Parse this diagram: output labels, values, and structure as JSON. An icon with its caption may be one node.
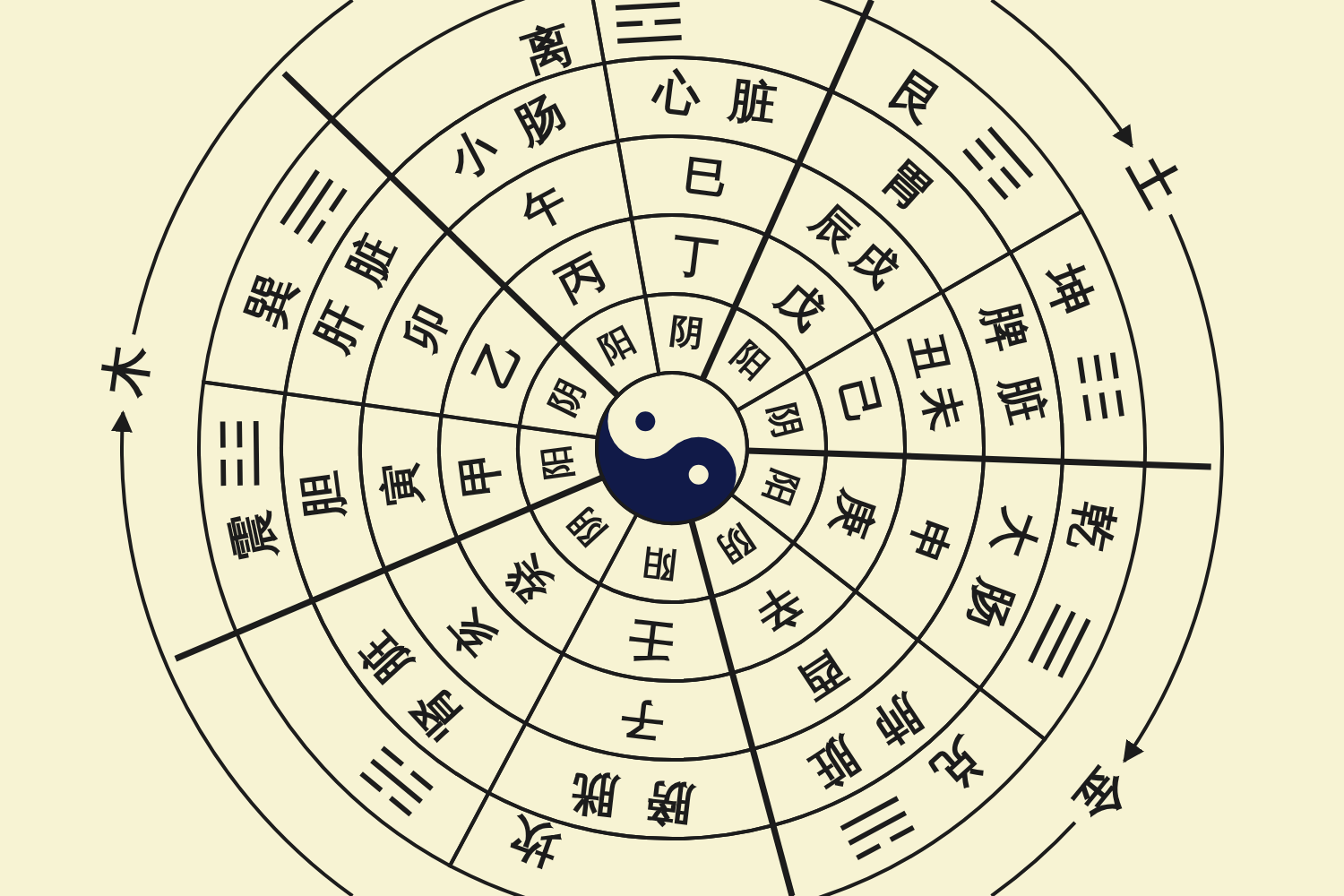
{
  "diagram": {
    "nodes": [
      {
        "text": [
          "阴"
        ]
      },
      {
        "text": [
          "阳"
        ]
      },
      {
        "text": [
          "阴"
        ]
      },
      {
        "text": [
          "阳"
        ]
      },
      {
        "text": [
          "阴"
        ]
      },
      {
        "text": [
          "阳"
        ]
      },
      {
        "text": [
          "阴"
        ]
      },
      {
        "text": [
          "阳"
        ]
      },
      {
        "text": [
          "阴"
        ]
      },
      {
        "text": [
          "阳"
        ]
      },
      {
        "text": [
          "丁"
        ]
      },
      {
        "text": [
          "戊"
        ]
      },
      {
        "text": [
          "己"
        ]
      },
      {
        "text": [
          "庚"
        ]
      },
      {
        "text": [
          "辛"
        ]
      },
      {
        "text": [
          "壬"
        ]
      },
      {
        "text": [
          "癸"
        ]
      },
      {
        "text": [
          "甲"
        ]
      },
      {
        "text": [
          "乙"
        ]
      },
      {
        "text": [
          "丙"
        ]
      },
      {
        "text": [
          "巳"
        ]
      },
      {
        "text": [
          "辰戌"
        ]
      },
      {
        "text": [
          "丑未"
        ]
      },
      {
        "text": [
          "申"
        ]
      },
      {
        "text": [
          "酉"
        ]
      },
      {
        "text": [
          "子"
        ]
      },
      {
        "text": [
          "亥"
        ]
      },
      {
        "text": [
          "寅"
        ]
      },
      {
        "text": [
          "卯"
        ]
      },
      {
        "text": [
          "午"
        ]
      },
      {
        "text": [
          "心脏"
        ]
      },
      {
        "text": [
          "胃"
        ]
      },
      {
        "text": [
          "脾脏"
        ]
      },
      {
        "text": [
          "大肠"
        ]
      },
      {
        "text": [
          "肺脏"
        ]
      },
      {
        "text": [
          "膀胱"
        ]
      },
      {
        "text": [
          "肾脏"
        ]
      },
      {
        "text": [
          "胆"
        ]
      },
      {
        "text": [
          "肝脏"
        ]
      },
      {
        "text": [
          "小肠"
        ]
      },
      {
        "text": [
          "☲"
        ]
      },
      {
        "text": [
          "艮",
          "☶"
        ]
      },
      {
        "text": [
          "坤",
          "☷"
        ]
      },
      {
        "text": [
          "乾",
          "☰"
        ]
      },
      {
        "text": [
          "兑",
          "☱"
        ]
      },
      {
        "text": [
          "坎"
        ]
      },
      {
        "text": [
          "☵"
        ]
      },
      {
        "text": [
          "震",
          "☳"
        ]
      },
      {
        "text": [
          "巽",
          "☴"
        ]
      },
      {
        "text": [
          "离"
        ]
      },
      {
        "text": [
          "木"
        ]
      },
      {
        "text": [
          "土"
        ]
      },
      {
        "text": [
          "金"
        ]
      }
    ],
    "edges": [
      {
        "from": null,
        "to": 50,
        "arrow": "to"
      },
      {
        "from": 50,
        "to": null,
        "arrow": "none"
      },
      {
        "from": null,
        "to": 51,
        "arrow": "to"
      },
      {
        "from": 51,
        "to": 52,
        "arrow": "to"
      },
      {
        "from": 52,
        "to": null,
        "arrow": "none"
      }
    ]
  }
}
